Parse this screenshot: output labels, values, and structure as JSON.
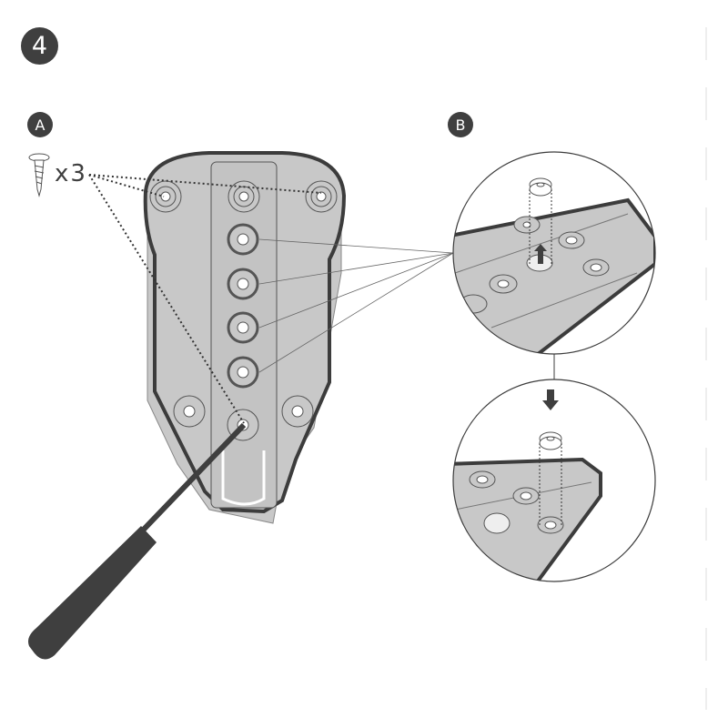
{
  "step_number": "4",
  "sub_steps": {
    "a": "A",
    "b": "B"
  },
  "screw_quantity": "x3",
  "colors": {
    "badge": "#3f3f3f",
    "plate": "#c8c8c8",
    "outline": "#3c3c3c"
  }
}
